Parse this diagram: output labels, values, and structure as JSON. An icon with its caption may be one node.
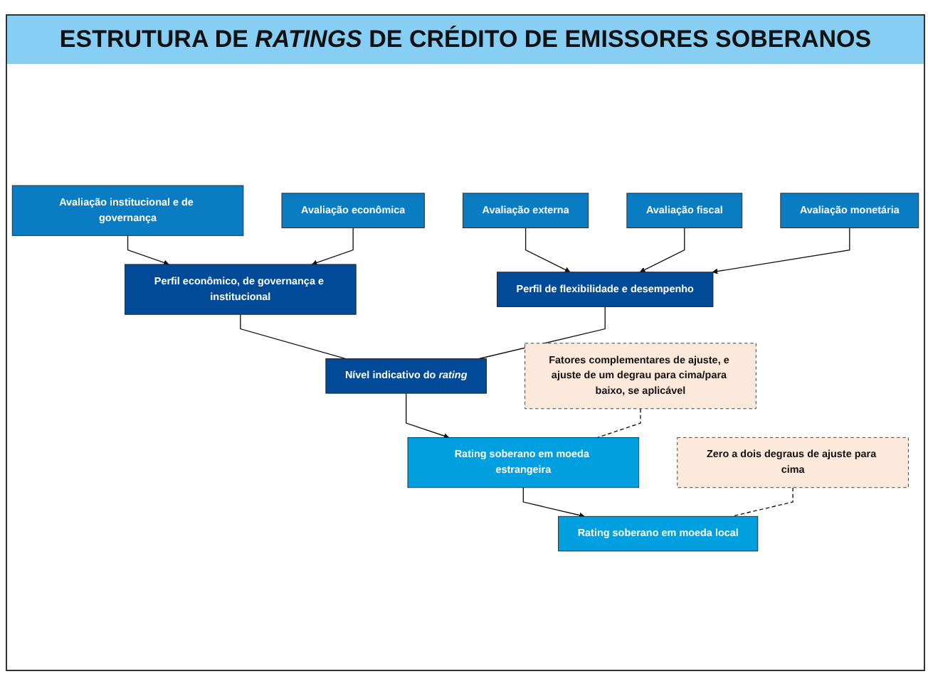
{
  "diagram": {
    "title": "ESTRUTURA DE *RATINGS* DE CRÉDITO DE EMISSORES SOBERANOS",
    "nodes": [
      {
        "text": [
          "Avaliação institucional e de governança"
        ]
      },
      {
        "text": [
          "Avaliação econômica"
        ]
      },
      {
        "text": [
          "Avaliação externa"
        ]
      },
      {
        "text": [
          "Avaliação fiscal"
        ]
      },
      {
        "text": [
          "Avaliação monetária"
        ]
      },
      {
        "text": [
          "Perfil econômico, de governança e institucional"
        ]
      },
      {
        "text": [
          "Perfil de flexibilidade e desempenho"
        ]
      },
      {
        "text": [
          "Nível indicativo do *rating*"
        ]
      },
      {
        "text": [
          "Fatores complementares de ajuste, e ajuste de um degrau para cima/para baixo, se aplicável"
        ]
      },
      {
        "text": [
          "Rating soberano em moeda estrangeira"
        ]
      },
      {
        "text": [
          "Zero a dois degraus de ajuste para cima"
        ]
      },
      {
        "text": [
          "Rating soberano em moeda local"
        ]
      }
    ],
    "edges": [
      {
        "from": 0,
        "to": 5,
        "arrow": "to"
      },
      {
        "from": 1,
        "to": 5,
        "arrow": "to"
      },
      {
        "from": 2,
        "to": 6,
        "arrow": "to"
      },
      {
        "from": 3,
        "to": 6,
        "arrow": "to"
      },
      {
        "from": 4,
        "to": 6,
        "arrow": "to"
      },
      {
        "from": 5,
        "to": 7,
        "arrow": "none"
      },
      {
        "from": 6,
        "to": 7,
        "arrow": "none"
      },
      {
        "from": 7,
        "to": 9,
        "arrow": "to"
      },
      {
        "from": 8,
        "to": 9,
        "arrow": "none",
        "style": "dashed"
      },
      {
        "from": 9,
        "to": 11,
        "arrow": "to"
      },
      {
        "from": 10,
        "to": 11,
        "arrow": "none",
        "style": "dashed"
      }
    ]
  }
}
